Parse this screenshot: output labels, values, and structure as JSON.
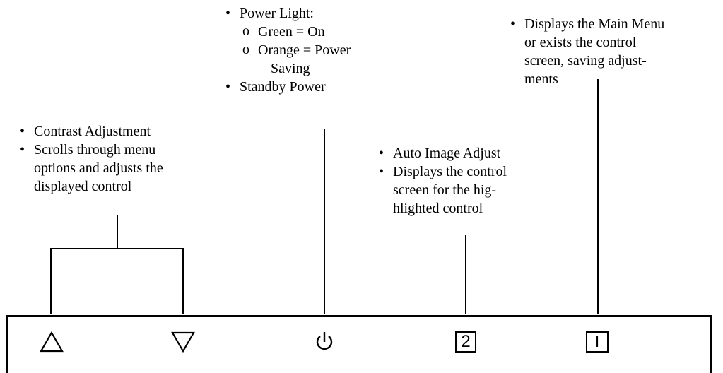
{
  "callouts": {
    "contrast": {
      "items": [
        "Contrast Adjustment",
        "Scrolls through menu options and adjusts the displayed control"
      ],
      "lines": [
        "Scrolls through menu",
        "options and adjusts the",
        "displayed control"
      ]
    },
    "power": {
      "items": [
        "Power Light:",
        "Standby Power"
      ],
      "subitems": [
        "Green = On",
        "Orange = Power",
        "Saving"
      ]
    },
    "auto": {
      "items": [
        "Auto Image Adjust",
        "Displays the control screen for the highlighted control"
      ],
      "lines": [
        "Displays the control",
        "screen for the hig-",
        "hlighted control"
      ]
    },
    "menu": {
      "items": [
        "Displays the Main Menu or exists the control screen, saving adjustments"
      ],
      "lines": [
        "Displays the Main Menu",
        "or exists the control",
        "screen, saving adjust-",
        "ments"
      ]
    }
  },
  "panel": {
    "buttons": [
      {
        "icon": "triangle-up-icon",
        "label": ""
      },
      {
        "icon": "triangle-down-icon",
        "label": ""
      },
      {
        "icon": "power-icon",
        "label": ""
      },
      {
        "icon": "boxed-2-icon",
        "label": "2"
      },
      {
        "icon": "boxed-1-icon",
        "label": "I"
      }
    ]
  }
}
